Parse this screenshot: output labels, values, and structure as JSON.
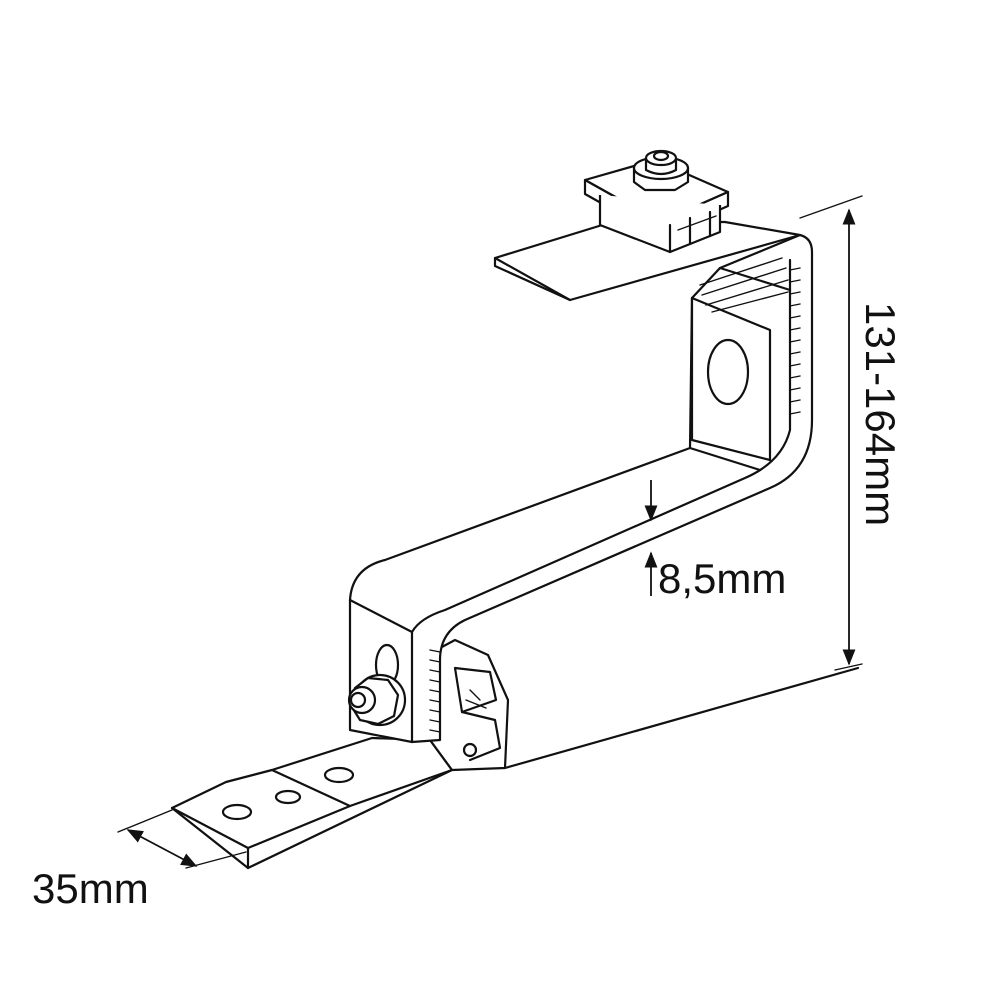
{
  "diagram": {
    "dimensions": {
      "height": "131-164mm",
      "thickness": "8,5mm",
      "width": "35mm"
    }
  }
}
